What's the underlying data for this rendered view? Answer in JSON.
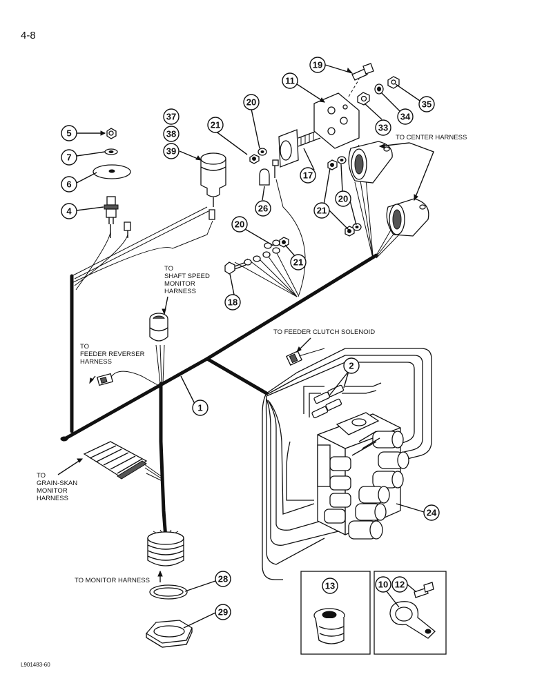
{
  "page_number": "4-8",
  "figure_id": "L901483-60",
  "labels": {
    "center_harness": "TO CENTER HARNESS",
    "shaft_speed_1": "TO",
    "shaft_speed_2": "SHAFT SPEED",
    "shaft_speed_3": "MONITOR",
    "shaft_speed_4": "HARNESS",
    "feeder_clutch": "TO FEEDER CLUTCH SOLENOID",
    "feeder_reverser_1": "TO",
    "feeder_reverser_2": "FEEDER REVERSER",
    "feeder_reverser_3": "HARNESS",
    "grain_skan_1": "TO",
    "grain_skan_2": "GRAIN-SKAN",
    "grain_skan_3": "MONITOR",
    "grain_skan_4": "HARNESS",
    "monitor_harness": "TO MONITOR HARNESS"
  },
  "callouts": {
    "c1": "1",
    "c2": "2",
    "c4": "4",
    "c5": "5",
    "c6": "6",
    "c7": "7",
    "c10": "10",
    "c11": "11",
    "c12": "12",
    "c13": "13",
    "c17": "17",
    "c18": "18",
    "c19": "19",
    "c20a": "20",
    "c20b": "20",
    "c20c": "20",
    "c21a": "21",
    "c21b": "21",
    "c21c": "21",
    "c24": "24",
    "c26": "26",
    "c28": "28",
    "c29": "29",
    "c33": "33",
    "c34": "34",
    "c35": "35",
    "c37": "37",
    "c38": "38",
    "c39": "39"
  }
}
